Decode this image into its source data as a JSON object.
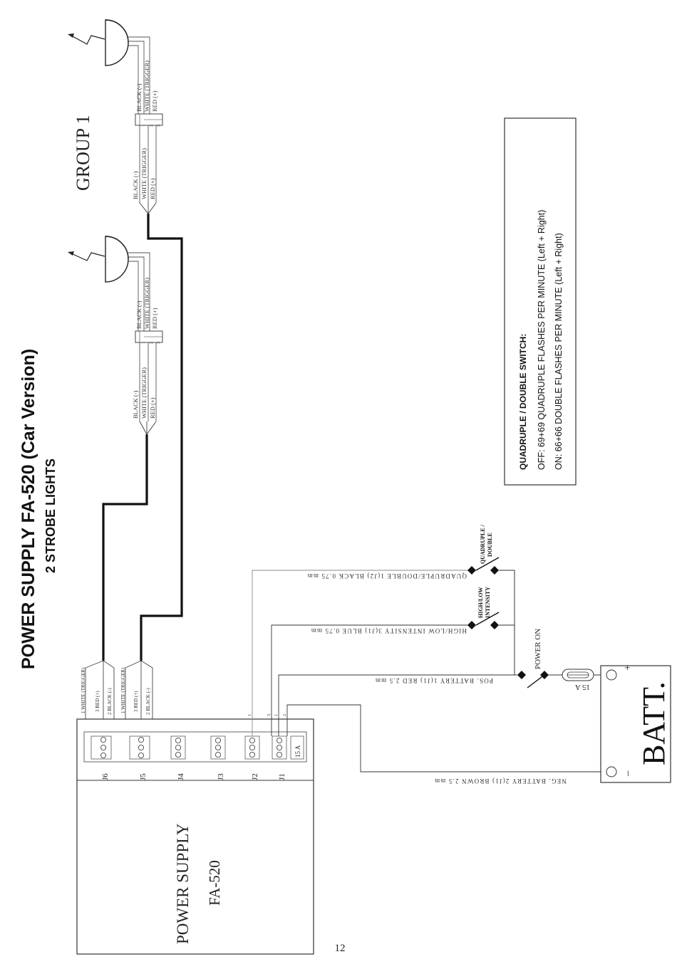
{
  "title": "POWER SUPPLY  FA-520 (Car Version)",
  "subtitle": "2 STROBE LIGHTS",
  "group_label": "GROUP 1",
  "page_number": "12",
  "power_supply": {
    "line1": "POWER SUPPLY",
    "line2": "FA-520"
  },
  "battery": {
    "label": "BATT.",
    "plus": "+",
    "minus": "–"
  },
  "fuse_label": "15 A",
  "connectors": [
    "J6",
    "J5",
    "J4",
    "J3",
    "J2",
    "J1"
  ],
  "connector_fuse": "15 A",
  "pins": {
    "a": "1",
    "b": "2",
    "c": "3"
  },
  "j_pin_labels": {
    "j2_1": "1",
    "j1_3": "3",
    "j1_1": "1",
    "j1_2": "2"
  },
  "wires": {
    "quadruple": "QUADRUPLE/DOUBLE  1(J2)  BLACK 0.75 mm",
    "highlow": "HIGH/LOW INTENSITY  3(J1) BLUE 0.75 mm",
    "pos": "POS. BATTERY  1(J1) RED 2.5 mm",
    "neg": "NEG. BATTERY  2(J1) BROWN 2.5 mm"
  },
  "cable_labels": {
    "white": "1 WHITE (TRIGGER)",
    "red": "3 RED (+)",
    "black": "2 BLACK (-)"
  },
  "lamp_labels": {
    "black": "BLACK (-)",
    "white": "WHITE (TRIGGER)",
    "red": "RED (+)"
  },
  "switches": {
    "quadruple": [
      "QUADRUPLE /",
      "DOUBLE"
    ],
    "highlow": [
      "HIGH/LOW",
      "INTENSITY"
    ],
    "power": "POWER ON"
  },
  "note": {
    "heading": "QUADRUPLE / DOUBLE SWITCH:",
    "off": "OFF: 69+69 QUADRUPLE FLASHES PER MINUTE (Left + Right)",
    "on": "ON: 66+66 DOUBLE FLASHES PER MINUTE (Left + Right)"
  }
}
